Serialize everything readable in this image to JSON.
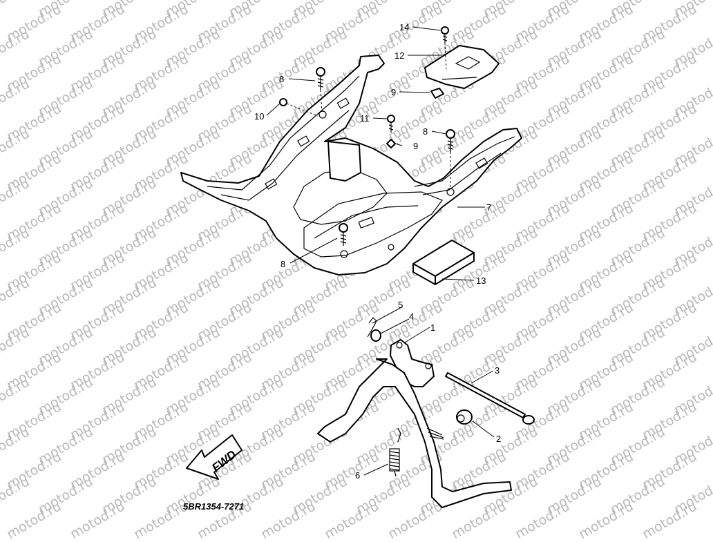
{
  "watermark": "motod.ru",
  "figure_code": "5BR1354-7271",
  "fwd_label": "FWD",
  "callouts": [
    {
      "id": "c1",
      "text": "1"
    },
    {
      "id": "c2",
      "text": "2"
    },
    {
      "id": "c3",
      "text": "3"
    },
    {
      "id": "c4",
      "text": "4"
    },
    {
      "id": "c5",
      "text": "5"
    },
    {
      "id": "c6",
      "text": "6"
    },
    {
      "id": "c7",
      "text": "7"
    },
    {
      "id": "c8a",
      "text": "8"
    },
    {
      "id": "c8b",
      "text": "8"
    },
    {
      "id": "c8c",
      "text": "8"
    },
    {
      "id": "c9a",
      "text": "9"
    },
    {
      "id": "c9b",
      "text": "9"
    },
    {
      "id": "c10",
      "text": "10"
    },
    {
      "id": "c11",
      "text": "11"
    },
    {
      "id": "c12",
      "text": "12"
    },
    {
      "id": "c13",
      "text": "13"
    },
    {
      "id": "c14",
      "text": "14"
    }
  ]
}
